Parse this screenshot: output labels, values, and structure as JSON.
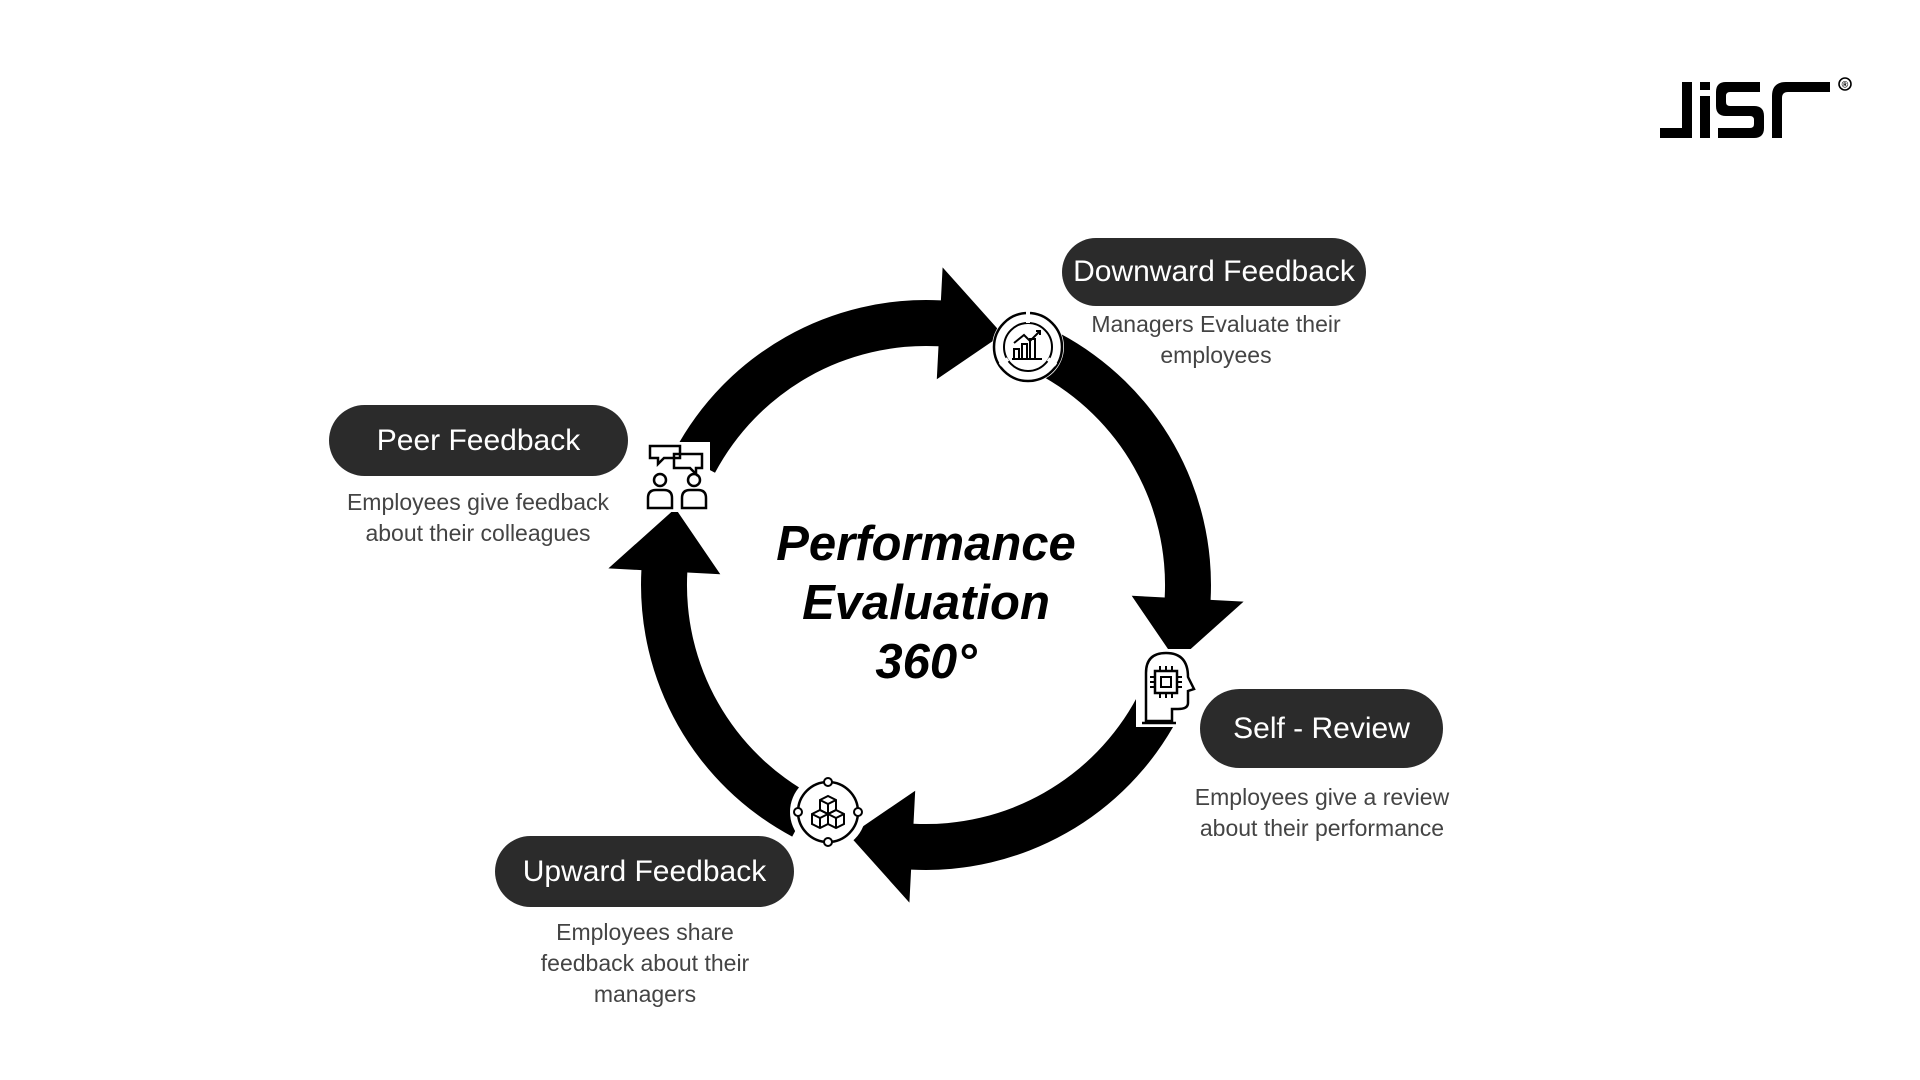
{
  "logo": {
    "text": "JISR",
    "registered_mark": "®"
  },
  "center_title": [
    "Performance",
    "Evaluation",
    "360°"
  ],
  "colors": {
    "pill": "#2b2b2b",
    "arrow": "#000000",
    "description_text": "#444444"
  },
  "stages": [
    {
      "title": "Downward Feedback",
      "description": [
        "Managers Evaluate their",
        "employees"
      ],
      "icon": "chart-ring-icon"
    },
    {
      "title": "Self - Review",
      "description": [
        "Employees give a review",
        "about their performance"
      ],
      "icon": "head-chip-icon"
    },
    {
      "title": "Upward Feedback",
      "description": [
        "Employees share",
        "feedback about their",
        "managers"
      ],
      "icon": "cubes-orbit-icon"
    },
    {
      "title": "Peer Feedback",
      "description": [
        "Employees give feedback",
        "about their colleagues"
      ],
      "icon": "people-chat-icon"
    }
  ]
}
